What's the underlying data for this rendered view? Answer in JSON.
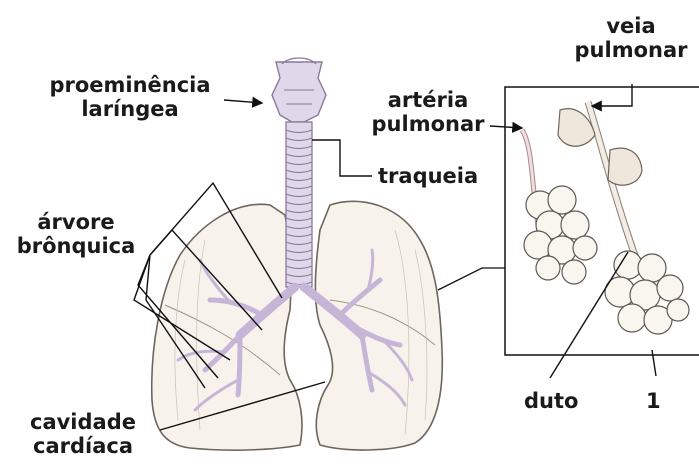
{
  "labels": {
    "proeminencia_1": "proeminência",
    "proeminencia_2": "laríngea",
    "veia_1": "veia",
    "veia_2": "pulmonar",
    "arteria_1": "artéria",
    "arteria_2": "pulmonar",
    "traqueia": "traqueia",
    "arvore_1": "árvore",
    "arvore_2": "brônquica",
    "cavidade_1": "cavidade",
    "cavidade_2": "cardíaca",
    "duto": "duto",
    "numero": "1"
  },
  "colors": {
    "airway_fill": "#e0d8ea",
    "airway_stroke": "#8a7a98",
    "lung_fill": "#f7f3ec",
    "lung_stroke": "#6e665c",
    "bronchi": "#c7b5d8",
    "alveoli_fill": "#f9f6f0",
    "vessel_fill": "#f0dede",
    "leader_line": "#111111"
  }
}
